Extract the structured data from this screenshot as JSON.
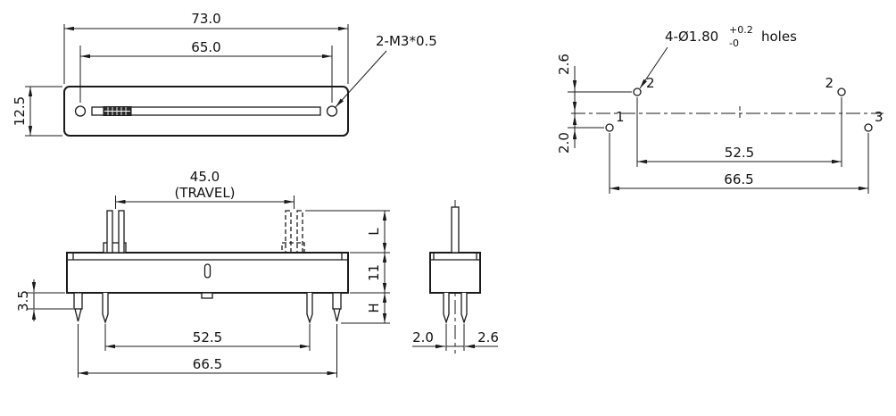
{
  "colors": {
    "ink": "#1a1a1a",
    "background": "#ffffff"
  },
  "drawing": {
    "top_view": {
      "dim_overall_width": "73.0",
      "dim_hole_spacing": "65.0",
      "dim_height": "12.5",
      "thread_callout": "2-M3*0.5"
    },
    "front_view": {
      "dim_travel": "45.0",
      "travel_note": "(TRAVEL)",
      "dim_shaft_length": "L",
      "dim_body_height": "11",
      "dim_pin_height": "H",
      "dim_lug": "3.5",
      "dim_pin_span": "52.5",
      "dim_outer_span": "66.5"
    },
    "side_view": {
      "dim_front_row": "2.0",
      "dim_back_row": "2.6"
    },
    "pcb_view": {
      "hole_callout": "4-Ø1.80",
      "tol_upper": "+0.2",
      "tol_lower": "-0",
      "hole_callout_suffix": "holes",
      "dim_row_above": "2.6",
      "dim_row_below": "2.0",
      "dim_hole_span": "52.5",
      "dim_outer_span": "66.5",
      "terminal_labels": [
        "1",
        "2",
        "2",
        "3"
      ]
    }
  }
}
